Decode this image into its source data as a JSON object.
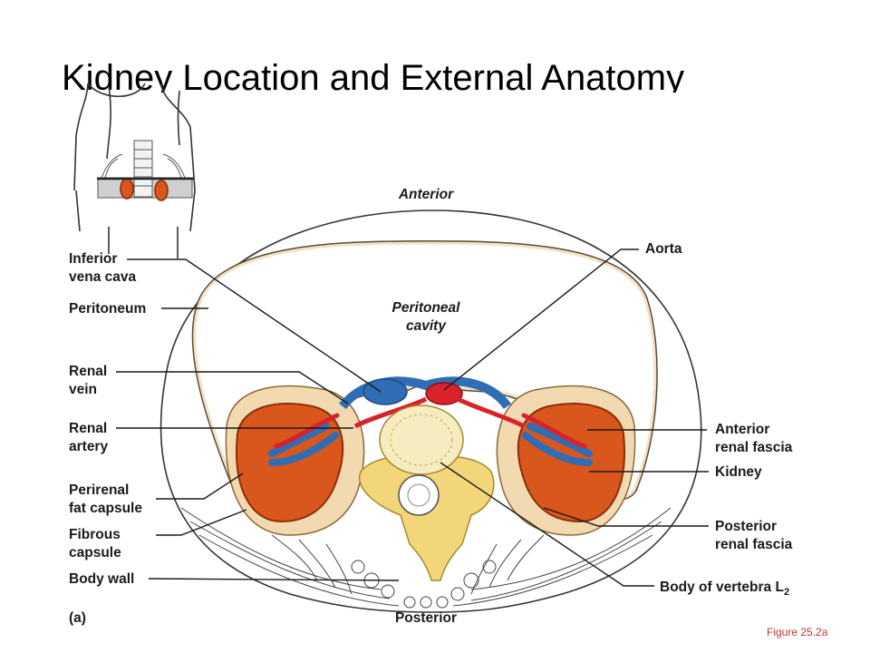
{
  "slide": {
    "title": "Kidney Location and External Anatomy",
    "figure_ref": "Figure 25.2a",
    "panel": "(a)"
  },
  "orientation": {
    "anterior": "Anterior",
    "posterior": "Posterior"
  },
  "labels": {
    "inferior_vena_cava": [
      "Inferior",
      "vena cava"
    ],
    "peritoneum": "Peritoneum",
    "renal_vein": [
      "Renal",
      "vein"
    ],
    "renal_artery": [
      "Renal",
      "artery"
    ],
    "perirenal_fat_capsule": [
      "Perirenal",
      "fat capsule"
    ],
    "fibrous_capsule": [
      "Fibrous",
      "capsule"
    ],
    "body_wall": "Body wall",
    "aorta": "Aorta",
    "peritoneal_cavity": [
      "Peritoneal",
      "cavity"
    ],
    "anterior_renal_fascia": [
      "Anterior",
      "renal fascia"
    ],
    "kidney": "Kidney",
    "posterior_renal_fascia": [
      "Posterior",
      "renal fascia"
    ],
    "body_of_vertebra": "Body of vertebra L",
    "vertebra_subscript": "2"
  },
  "colors": {
    "kidney": "#d9561c",
    "vein": "#2f6db5",
    "artery": "#d8232a",
    "fat": "#f3d9b0",
    "bone": "#f3d67a",
    "leader": "#1a1a1a",
    "figure_ref": "#c0392b"
  }
}
